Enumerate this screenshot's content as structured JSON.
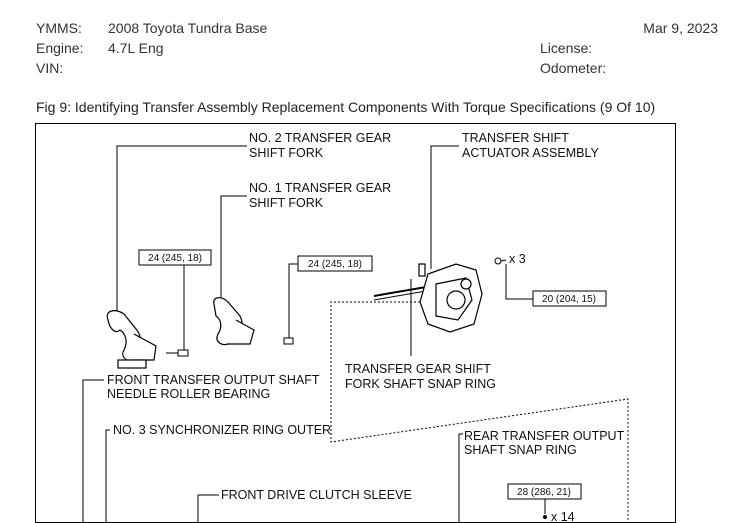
{
  "header": {
    "ymms_label": "YMMS:",
    "ymms_value": "2008 Toyota Tundra Base",
    "engine_label": "Engine:",
    "engine_value": "4.7L Eng",
    "vin_label": "VIN:",
    "date": "Mar 9, 2023",
    "license_label": "License:",
    "odometer_label": "Odometer:"
  },
  "figure": {
    "caption": "Fig 9: Identifying Transfer Assembly Replacement Components With Torque Specifications (9 Of 10)",
    "labels": {
      "no2_fork_1": "NO. 2 TRANSFER GEAR",
      "no2_fork_2": "SHIFT FORK",
      "no1_fork_1": "NO. 1 TRANSFER GEAR",
      "no1_fork_2": "SHIFT FORK",
      "actuator_1": "TRANSFER SHIFT",
      "actuator_2": "ACTUATOR ASSEMBLY",
      "snap_ring_1": "TRANSFER GEAR SHIFT",
      "snap_ring_2": "FORK SHAFT SNAP RING",
      "needle_bearing_1": "FRONT TRANSFER OUTPUT SHAFT",
      "needle_bearing_2": "NEEDLE ROLLER BEARING",
      "synchronizer": "NO. 3 SYNCHRONIZER RING OUTER",
      "rear_snap_ring_1": "REAR TRANSFER OUTPUT",
      "rear_snap_ring_2": "SHAFT SNAP RING",
      "clutch_sleeve": "FRONT DRIVE CLUTCH SLEEVE"
    },
    "torques": {
      "t1": "24 (245, 18)",
      "t2": "24 (245, 18)",
      "t3": "20 (204, 15)",
      "t4": "28 (286, 21)"
    },
    "qty": {
      "q1": "x 3",
      "q2": "x 14"
    }
  }
}
